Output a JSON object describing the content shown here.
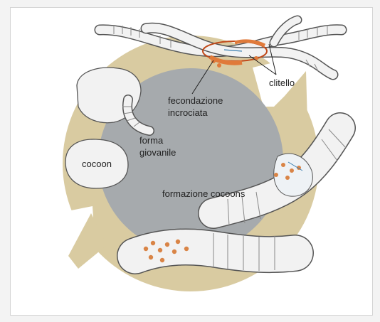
{
  "diagram": {
    "labels": {
      "clitello": "clitello",
      "fecondazione": "fecondazione",
      "incrociata": "incrociata",
      "forma": "forma",
      "giovanile": "giovanile",
      "cocoon": "cocoon",
      "formazione_cocoons": "formazione cocoons"
    },
    "colors": {
      "cycle_ring": "#d9cba1",
      "center_disc": "#a6aaad",
      "worm_body": "#f2f2f2",
      "worm_outline": "#555555",
      "clitellum": "#e07a3a",
      "cocoon_egg": "#d98446"
    }
  }
}
